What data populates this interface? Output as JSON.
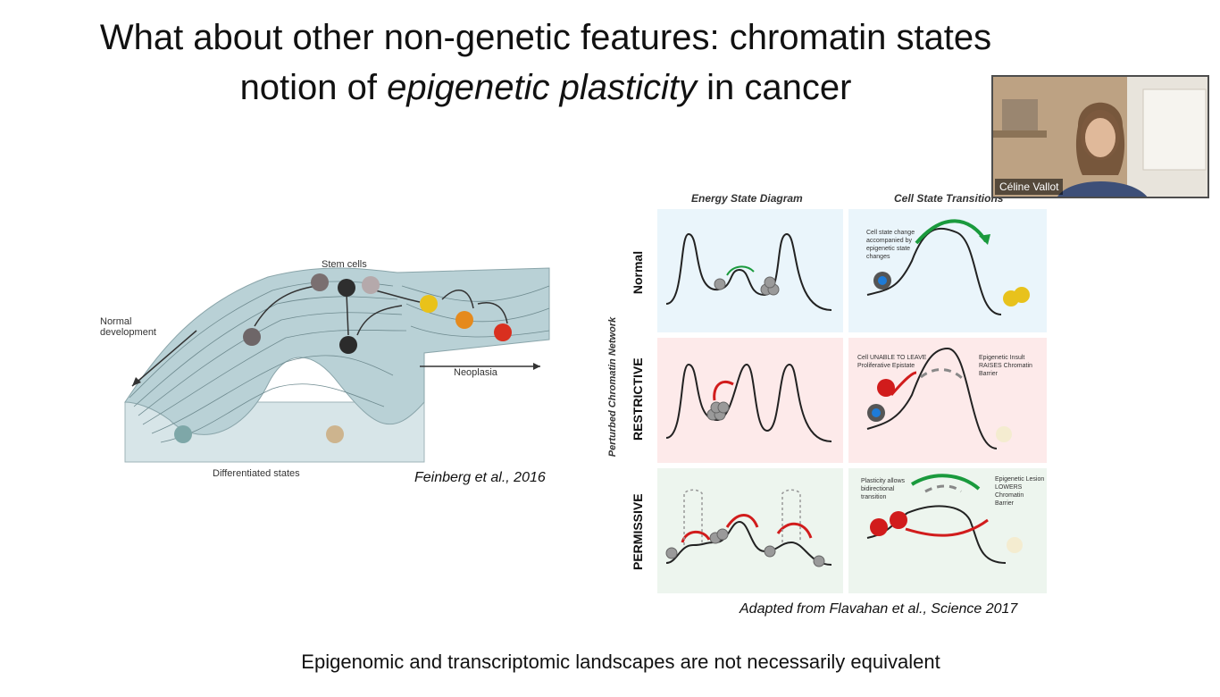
{
  "slide": {
    "title_line1": "What about other non-genetic features: chromatin states",
    "title_line2_pre": "notion of ",
    "title_line2_em": "epigenetic plasticity",
    "title_line2_post": " in cancer",
    "bottom_text": "Epigenomic and transcriptomic landscapes are not necessarily equivalent"
  },
  "landscape_figure": {
    "stem_cells": "Stem cells",
    "normal_dev_1": "Normal",
    "normal_dev_2": "development",
    "neoplasia": "Neoplasia",
    "differentiated": "Differentiated states",
    "citation": "Feinberg et al., 2016"
  },
  "flavahan_figure": {
    "col1_header": "Energy State Diagram",
    "col2_header": "Cell State Transitions",
    "side_label": "Perturbed Chromatin Network",
    "row_labels": [
      "Normal",
      "RESTRICTIVE",
      "PERMISSIVE"
    ],
    "normal_note": "Cell state change accompanied by epigenetic state changes",
    "restrictive_note_left_1": "Cell UNABLE TO LEAVE",
    "restrictive_note_left_2": "Proliferative Epistate",
    "restrictive_note_right_1": "Epigenetic Insult",
    "restrictive_note_right_2": "RAISES Chromatin",
    "restrictive_note_right_3": "Barrier",
    "permissive_note_left": "Plasticity allows bidirectional transition",
    "permissive_note_right_1": "Epigenetic Lesion",
    "permissive_note_right_2": "LOWERS Chromatin",
    "permissive_note_right_3": "Barrier",
    "citation": "Adapted from Flavahan et al., Science 2017"
  },
  "video_tile": {
    "participant_name": "Céline Vallot"
  }
}
